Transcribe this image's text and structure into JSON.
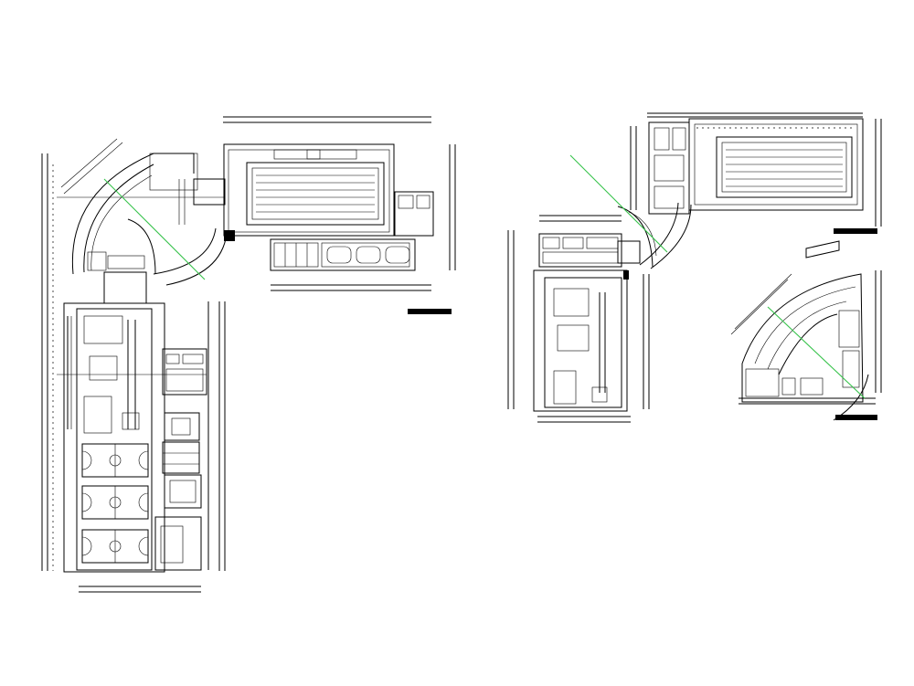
{
  "drawing": {
    "background": "#ffffff",
    "line_color": "#000000",
    "axis_color": "#36c24a"
  },
  "sheets": [
    {
      "name": "sheet-left-plan"
    },
    {
      "name": "sheet-right-plan-upper"
    },
    {
      "name": "sheet-right-plan-lower"
    }
  ],
  "icons": [
    "basketball-court-icon",
    "swimming-pool-icon",
    "north-axis-line-icon",
    "title-bar-icon"
  ]
}
